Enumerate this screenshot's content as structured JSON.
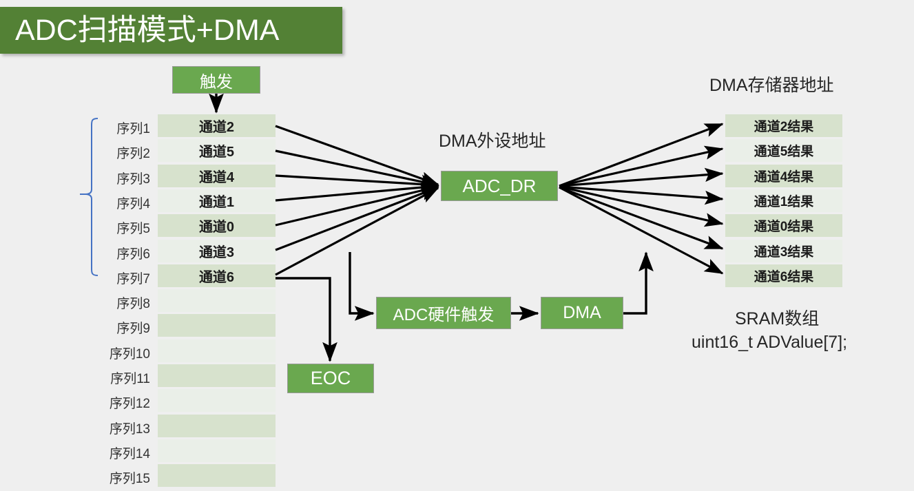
{
  "title": {
    "text": "ADC扫描模式+DMA"
  },
  "boxes": {
    "trigger": "触发",
    "adc_dr": "ADC_DR",
    "hw_trigger": "ADC硬件触发",
    "dma": "DMA",
    "eoc": "EOC"
  },
  "captions": {
    "dma_memory_address": "DMA存储器地址",
    "dma_peripheral_address": "DMA外设地址",
    "sram_array": "SRAM数组",
    "sram_decl": "uint16_t ADValue[7];"
  },
  "sequence_labels": [
    "序列1",
    "序列2",
    "序列3",
    "序列4",
    "序列5",
    "序列6",
    "序列7",
    "序列8",
    "序列9",
    "序列10",
    "序列11",
    "序列12",
    "序列13",
    "序列14",
    "序列15"
  ],
  "channel_rows": [
    "通道2",
    "通道5",
    "通道4",
    "通道1",
    "通道0",
    "通道3",
    "通道6",
    "",
    "",
    "",
    "",
    "",
    "",
    "",
    ""
  ],
  "result_rows": [
    "通道2结果",
    "通道5结果",
    "通道4结果",
    "通道1结果",
    "通道0结果",
    "通道3结果",
    "通道6结果"
  ],
  "colors": {
    "banner_green": "#538135",
    "box_green": "#6aa84f",
    "row_shade_dark": "#d7e2cd",
    "row_shade_light": "#eaefe8",
    "brace_blue": "#4472c4",
    "background": "#efefef",
    "arrow_black": "#000000"
  }
}
